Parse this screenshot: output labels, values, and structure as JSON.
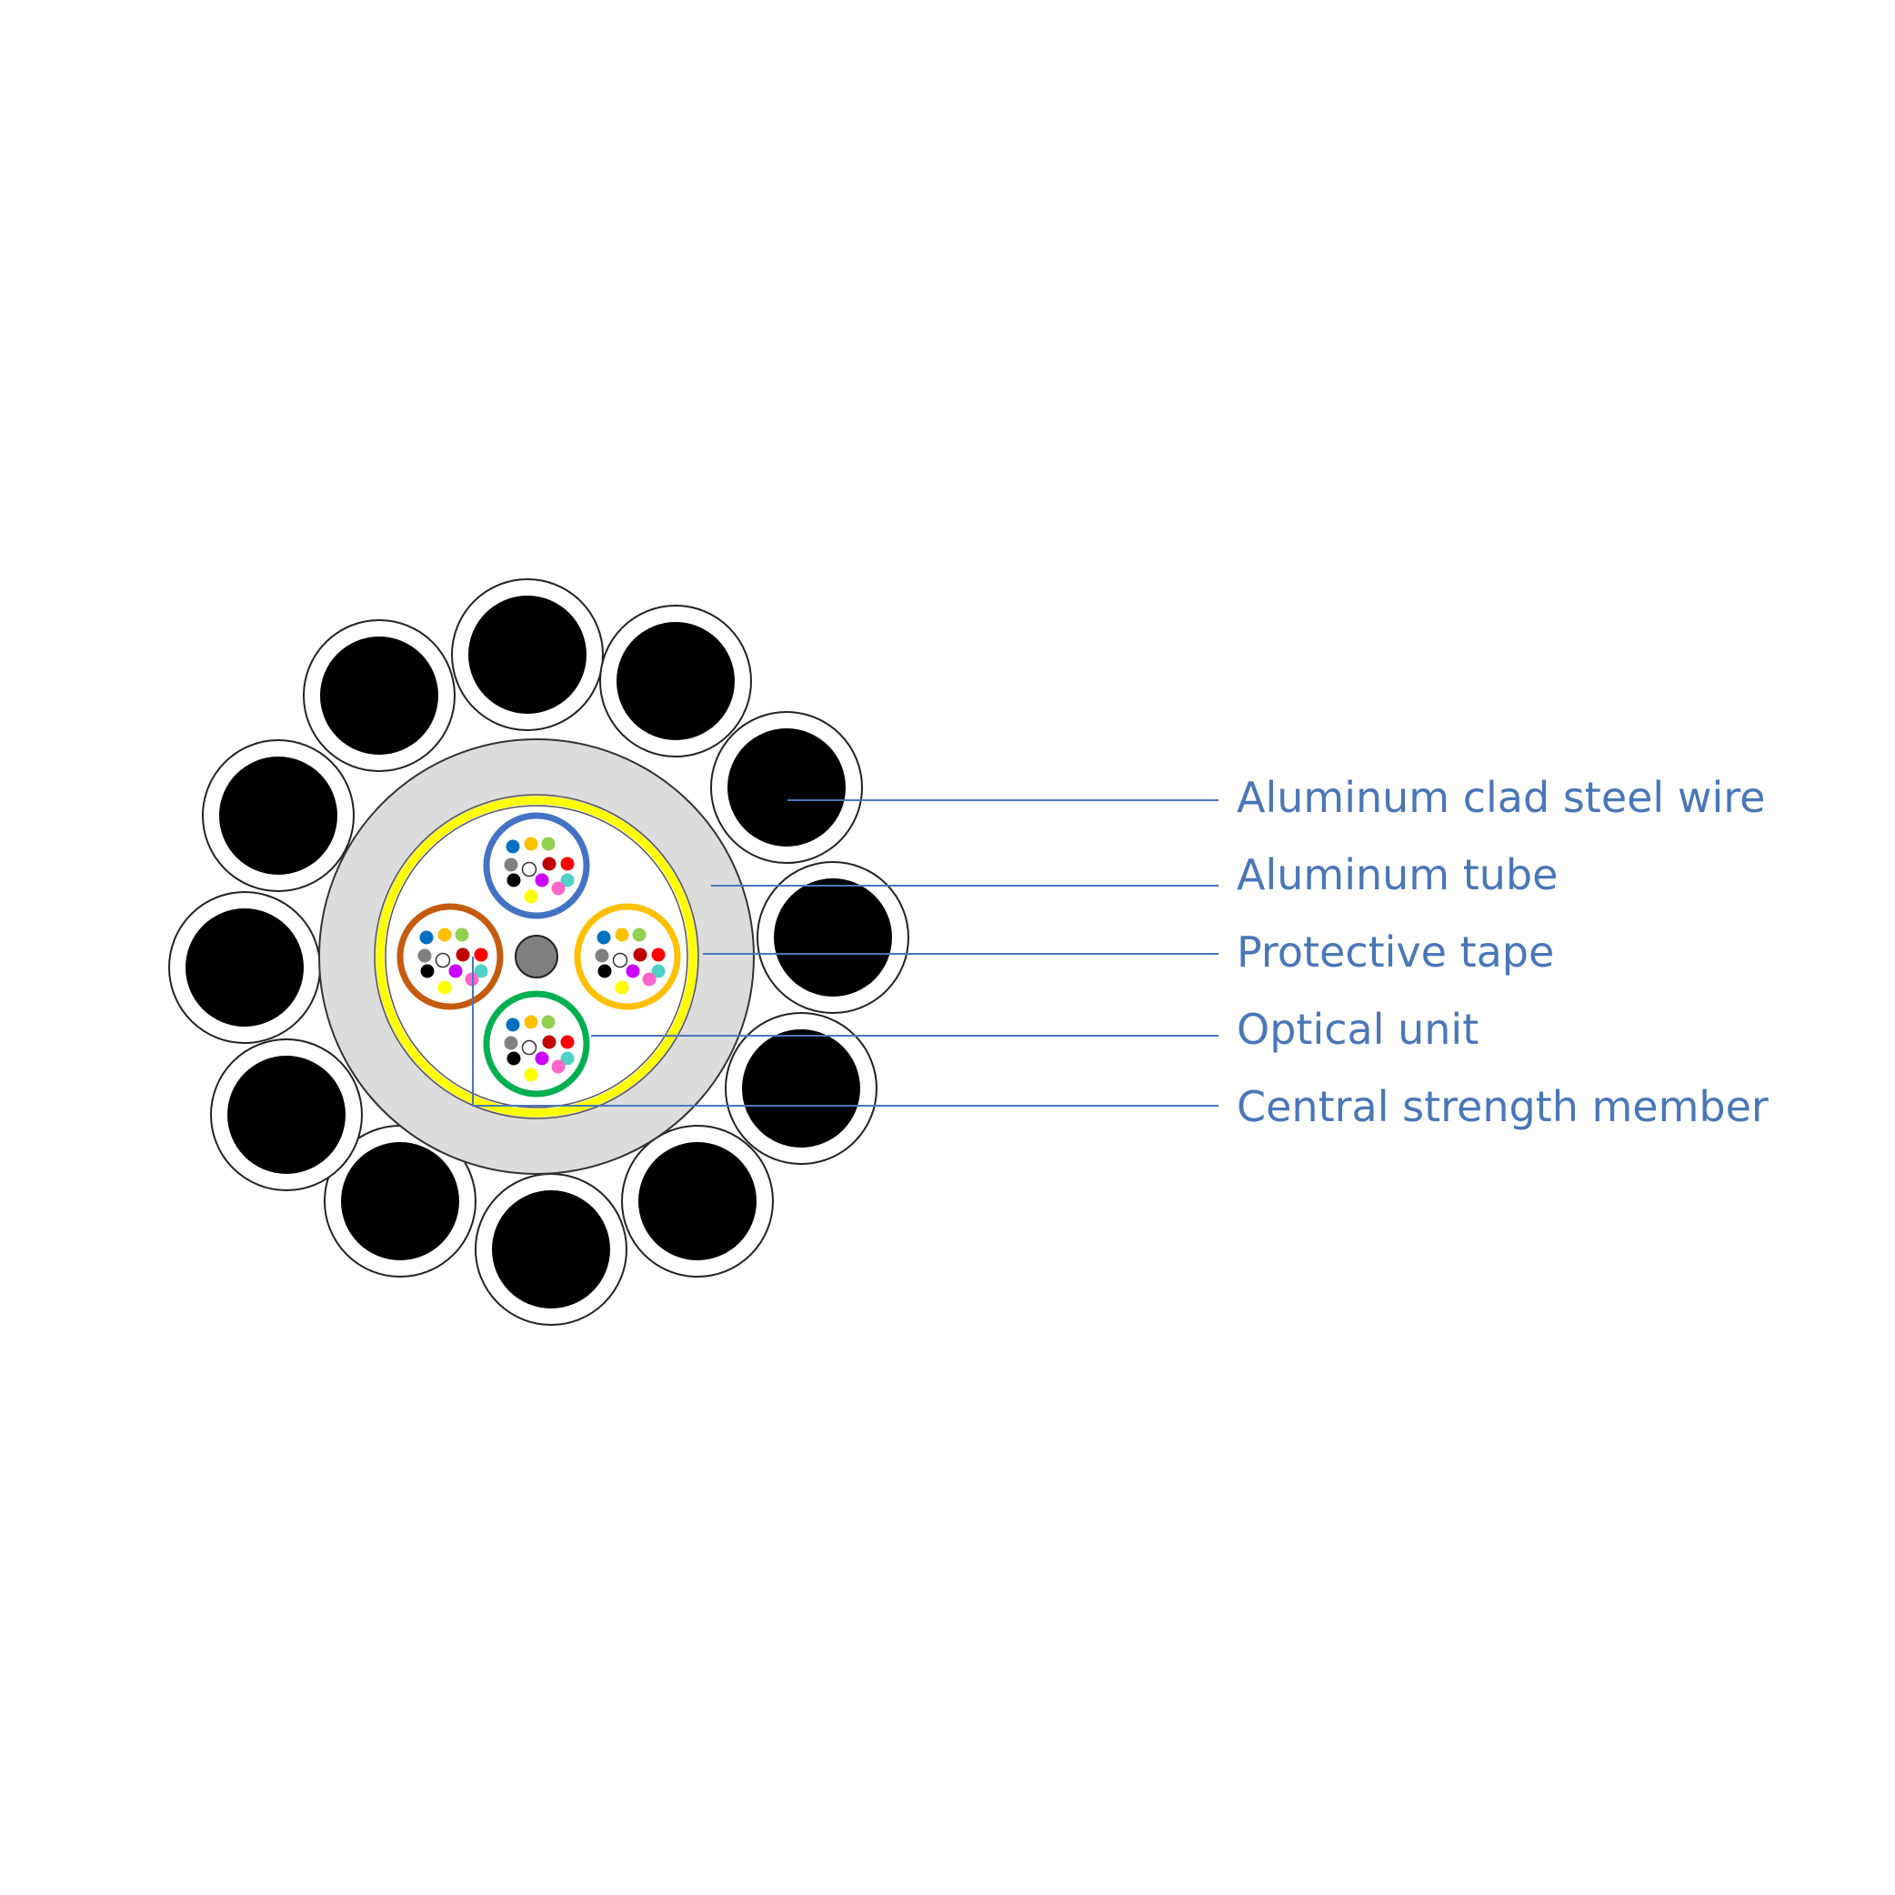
{
  "labels": [
    "Aluminum clad steel wire",
    "Aluminum tube",
    "Protective tape",
    "Optical unit",
    "Central strength member"
  ],
  "colors": {
    "leader_line": "#4a76b8",
    "label_text": "#4a76b8",
    "aluminum_tube": "#dcdcdc",
    "protective_tape": "#ffff00",
    "steel_wire_core": "#000000",
    "central_member": "#808080",
    "unit_tubes": [
      "#4472c4",
      "#ffc000",
      "#00b050",
      "#c55a11"
    ],
    "fibers": [
      "#0070c0",
      "#ffc000",
      "#92d050",
      "#808080",
      "#ffffff",
      "#c00000",
      "#ff0000",
      "#000000",
      "#cc00ff",
      "#4fd1c5",
      "#ffff00",
      "#ff66cc"
    ]
  }
}
